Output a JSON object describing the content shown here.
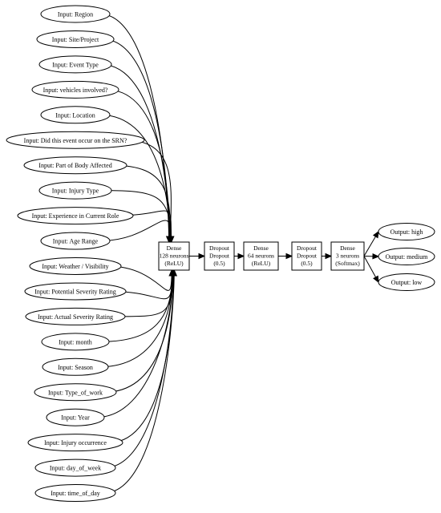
{
  "inputs": [
    "Input: Region",
    "Input: Site/Project",
    "Input: Event Type",
    "Input: vehicles involved?",
    "Input: Location",
    "Input: Did this event occur on the SRN?",
    "Input: Part of Body Affected",
    "Input: Injury Type",
    "Input: Experience in Current Role",
    "Input: Age Range",
    "Input: Weather / Visibility",
    "Input: Potential Severity Rating",
    "Input: Actual Severity Rating",
    "Input: month",
    "Input: Season",
    "Input: Type_of_work",
    "Input: Year",
    "Input: Injury occurrence",
    "Input: day_of_week",
    "Input: time_of_day"
  ],
  "layers": [
    {
      "lines": [
        "Dense",
        "128 neurons",
        "(ReLU)"
      ]
    },
    {
      "lines": [
        "Dropout",
        "Dropout",
        "(0.5)"
      ]
    },
    {
      "lines": [
        "Dense",
        "64 neurons",
        "(ReLU)"
      ]
    },
    {
      "lines": [
        "Dropout",
        "Dropout",
        "(0.5)"
      ]
    },
    {
      "lines": [
        "Dense",
        "3 neurons",
        "(Softmax)"
      ]
    }
  ],
  "outputs": [
    "Output: high",
    "Output: medium",
    "Output: low"
  ]
}
